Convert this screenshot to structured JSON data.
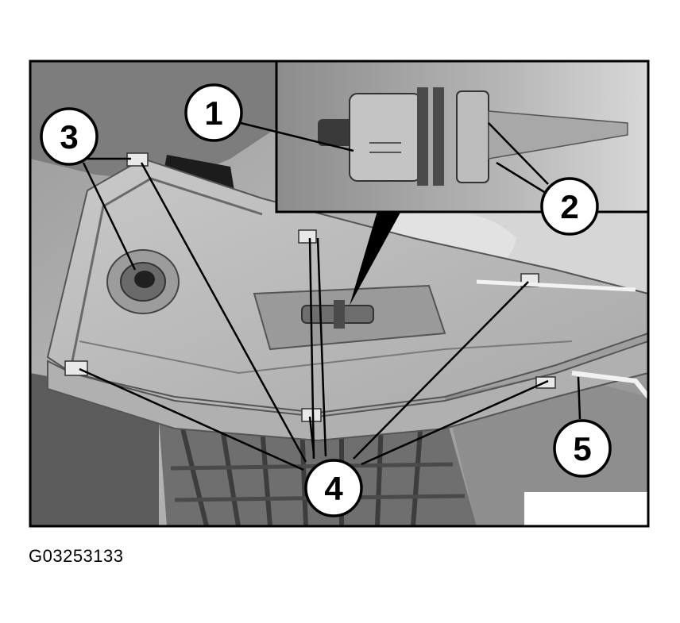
{
  "figure": {
    "id": "G03253133",
    "callouts": [
      {
        "key": "c1",
        "label": "1"
      },
      {
        "key": "c2",
        "label": "2"
      },
      {
        "key": "c3",
        "label": "3"
      },
      {
        "key": "c4",
        "label": "4"
      },
      {
        "key": "c5",
        "label": "5"
      }
    ]
  }
}
